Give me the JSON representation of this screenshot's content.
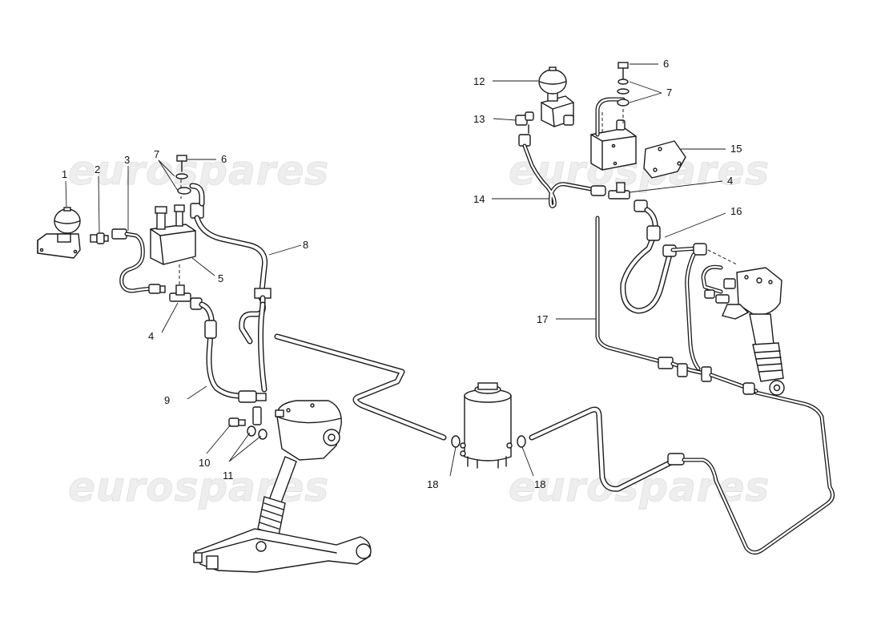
{
  "watermark": "eurospares",
  "callouts": [
    "1",
    "2",
    "3",
    "4",
    "5",
    "6",
    "7",
    "8",
    "9",
    "10",
    "11",
    "12",
    "13",
    "14",
    "15",
    "16",
    "17",
    "18"
  ]
}
